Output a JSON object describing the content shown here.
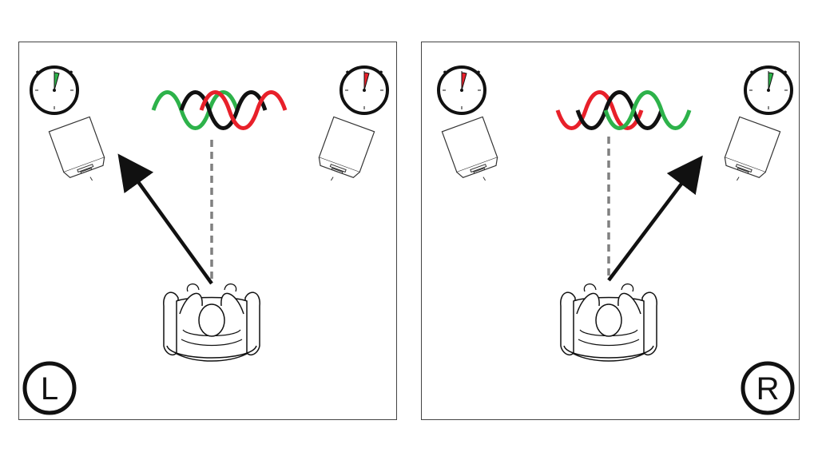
{
  "colors": {
    "green": "#2db24a",
    "red": "#e8202a",
    "black": "#111111",
    "dashed": "#808080"
  },
  "panels": [
    {
      "id": "left",
      "label": "L",
      "label_position": "bottom-left",
      "arrow_direction": "left-speaker",
      "left_timer_wedge": "green",
      "right_timer_wedge": "red",
      "wave_order": [
        "green",
        "black",
        "red"
      ]
    },
    {
      "id": "right",
      "label": "R",
      "label_position": "bottom-right",
      "arrow_direction": "right-speaker",
      "left_timer_wedge": "red",
      "right_timer_wedge": "green",
      "wave_order": [
        "red",
        "black",
        "green"
      ]
    }
  ],
  "icons": [
    "stopwatch-icon",
    "speaker-icon",
    "sine-waves-icon",
    "listener-armchair-icon",
    "direction-arrow-icon"
  ]
}
